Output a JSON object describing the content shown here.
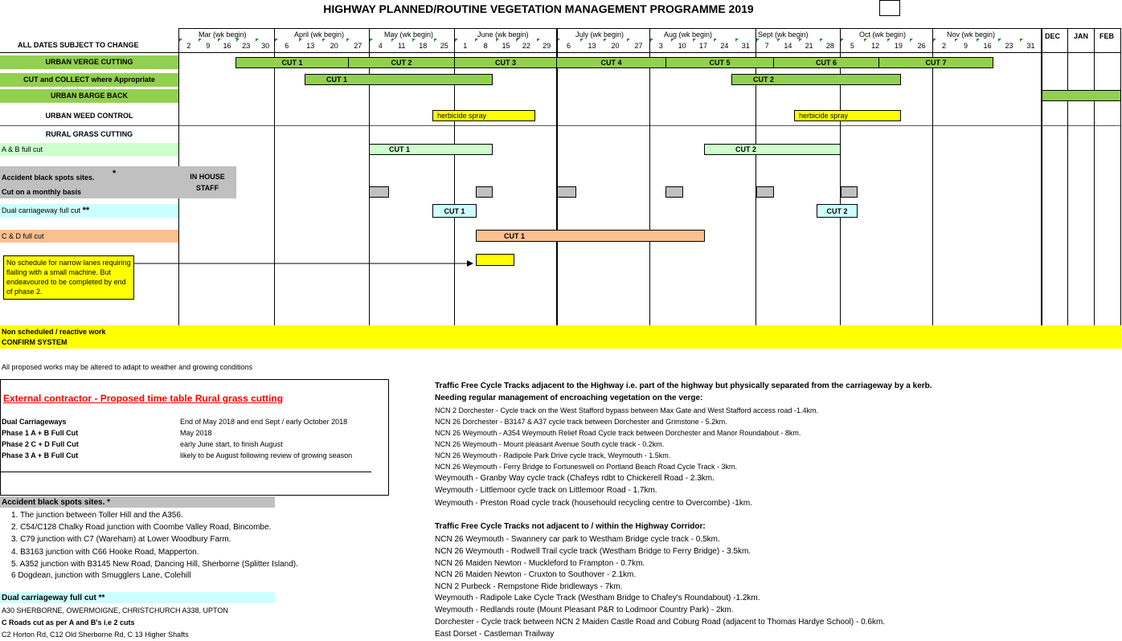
{
  "title": "HIGHWAY PLANNED/ROUTINE VEGETATION MANAGEMENT PROGRAMME 2019",
  "subject_to_change": "ALL DATES SUBJECT TO CHANGE",
  "months": [
    {
      "label": "Mar (wk begin)",
      "weeks": [
        "2",
        "9",
        "16",
        "23",
        "30"
      ]
    },
    {
      "label": "April (wk begin)",
      "weeks": [
        "6",
        "13",
        "20",
        "27"
      ]
    },
    {
      "label": "May (wk begin)",
      "weeks": [
        "4",
        "11",
        "18",
        "25"
      ]
    },
    {
      "label": "June (wk begin)",
      "weeks": [
        "1",
        "8",
        "15",
        "22",
        "29"
      ]
    },
    {
      "label": "July (wk begin)",
      "weeks": [
        "6",
        "13",
        "20",
        "27"
      ]
    },
    {
      "label": "Aug (wk begin)",
      "weeks": [
        "3",
        "10",
        "17",
        "24",
        "31"
      ]
    },
    {
      "label": "Sept (wk begin)",
      "weeks": [
        "7",
        "14",
        "21",
        "28"
      ]
    },
    {
      "label": "Oct (wk begin)",
      "weeks": [
        "5",
        "12",
        "19",
        "26"
      ]
    },
    {
      "label": "Nov (wk begin)",
      "weeks": [
        "2",
        "9",
        "16",
        "23",
        "31"
      ]
    }
  ],
  "winter_months": [
    "DEC",
    "JAN",
    "FEB"
  ],
  "rows": {
    "urban_verge": "URBAN VERGE CUTTING",
    "cut_collect": "CUT and COLLECT where Appropriate",
    "barge_back": "URBAN BARGE BACK",
    "weed_control": "URBAN WEED CONTROL",
    "rural_grass": "RURAL GRASS CUTTING",
    "ab_full": "A & B full cut",
    "accident_1": "Accident black spots sites.",
    "accident_star": "*",
    "accident_2": "Cut on a monthly basis",
    "in_house": "IN HOUSE STAFF",
    "dual_cw": "Dual carriageway full cut",
    "dual_star": "**",
    "cd_full": "C & D full cut",
    "note": "No schedule for narrow lanes requiring flailing with a small machine. But endeavoured to be completed by end of phase 2.",
    "nonsched_1": "Non scheduled / reactive work",
    "nonsched_2": "CONFIRM SYSTEM"
  },
  "bars": {
    "verge": [
      "CUT 1",
      "CUT 2",
      "CUT 3",
      "CUT 4",
      "CUT 5",
      "CUT 6",
      "CUT 7"
    ],
    "collect": [
      "CUT 1",
      "CUT 2"
    ],
    "herbicide": [
      "herbicide spray",
      "herbicide spray"
    ],
    "ab": [
      "CUT 1",
      "CUT 2"
    ],
    "dual": [
      "CUT 1",
      "CUT 2"
    ],
    "cd": [
      "CUT 1"
    ]
  },
  "weather_note": "All proposed works may be altered to adapt to weather and growing conditions",
  "contractor": {
    "heading": "External contractor - Proposed time table Rural grass cutting",
    "rows": [
      {
        "label": "Dual Carriageways",
        "value": "End of May 2018 and end Sept / early October 2018"
      },
      {
        "label": "Phase 1 A + B Full Cut",
        "value": "May 2018"
      },
      {
        "label": "Phase 2 C + D Full Cut",
        "value": "early June start, to finish August"
      },
      {
        "label": "Phase 3 A + B Full Cut",
        "value": "likely to be August following review of growing season"
      }
    ]
  },
  "accident_list": {
    "heading": "Accident black spots sites. *",
    "items": [
      "1.   The junction between Toller Hill and the A356.",
      "2.   C54/C128 Chalky Road junction with Coombe Valley Road, Bincombe.",
      "3.   C79 junction with C7 (Wareham) at Lower Woodbury Farm.",
      "4.   B3163 junction with C66 Hooke Road, Mapperton.",
      "5.   A352 junction with B3145 New Road, Dancing Hill, Sherborne (Splitter Island).",
      "6   Dogdean, junction with Smugglers Lane, Colehill"
    ]
  },
  "dual_list": {
    "heading": "Dual carriageway full cut **",
    "line1": "A30 SHERBORNE, OWERMOIGNE, CHRISTCHURCH A338, UPTON",
    "heading2": "C Roads cut as per A and B's i.e 2 cuts",
    "line2": "C2 Horton Rd, C12 Old Sherborne Rd, C 13 Higher Shafts"
  },
  "cycle_adjacent": {
    "heading1": "Traffic Free Cycle Tracks adjacent to the Highway i.e. part of the highway but physically separated from the carriageway by a kerb.",
    "heading2": "Needing regular management of encroaching vegetation on the verge:",
    "items": [
      "NCN 2 Dorchester - Cycle track on the West Stafford bypass between Max Gate and West Stafford access road -1.4km.",
      "NCN 26 Dorchester - B3147 & A37 cycle track between Dorchester and Grimstone - 5.2km.",
      "NCN 26 Weymouth - A354 Weymouth Relief Road Cycle track between Dorchester and Manor Roundabout  - 8km.",
      "NCN 26 Weymouth - Mount pleasant Avenue South cycle track - 0.2km.",
      "NCN 26 Weymouth - Radipole Park Drive cycle track, Weymouth - 1.5km.",
      "NCN 26 Weymouth - Ferry Bridge to Fortuneswell on Portland Beach Road Cycle Track - 3km.",
      "Weymouth - Granby Way cycle track (Chafeys rdbt to Chickerell Road - 2.3km.",
      "Weymouth - Littlemoor cycle track on Littlemoor Road - 1.7km.",
      "Weymouth - Preston Road cycle track (househould recycling centre to Overcombe) -1km."
    ]
  },
  "cycle_not_adjacent": {
    "heading": "Traffic Free Cycle Tracks not adjacent to / within the Highway Corridor:",
    "items": [
      "NCN 26 Weymouth - Swannery car park to Westham Bridge cycle track - 0.5km.",
      "NCN 26 Weymouth - Rodwell Trail cycle track (Westham Bridge to Ferry Bridge) - 3.5km.",
      "NCN 26 Maiden Newton - Muckleford to Frampton - 0.7km.",
      "NCN 26 Maiden Newton - Cruxton to Southover - 2.1km.",
      "NCN 2 Purbeck - Rempstone Ride bridleways - 7km.",
      "Weymouth - Radipole Lake Cycle Track (Westham Bridge to Chafey's Roundabout) -1.2km.",
      "Weymouth - Redlands route (Mount Pleasant P&R to Lodmoor Country Park) - 2km.",
      "Dorchester - Cycle track between NCN 2 Maiden Castle Road and Coburg Road (adjacent to Thomas Hardye School) - 0.6km.",
      "East Dorset - Castleman Trailway"
    ]
  },
  "colors": {
    "green": "#92d050",
    "yellow": "#ffff00",
    "lightgreen": "#ccffcc",
    "cyan": "#ccffff",
    "peach": "#fac090",
    "grey": "#c0c0c0",
    "red": "#ff0000"
  }
}
